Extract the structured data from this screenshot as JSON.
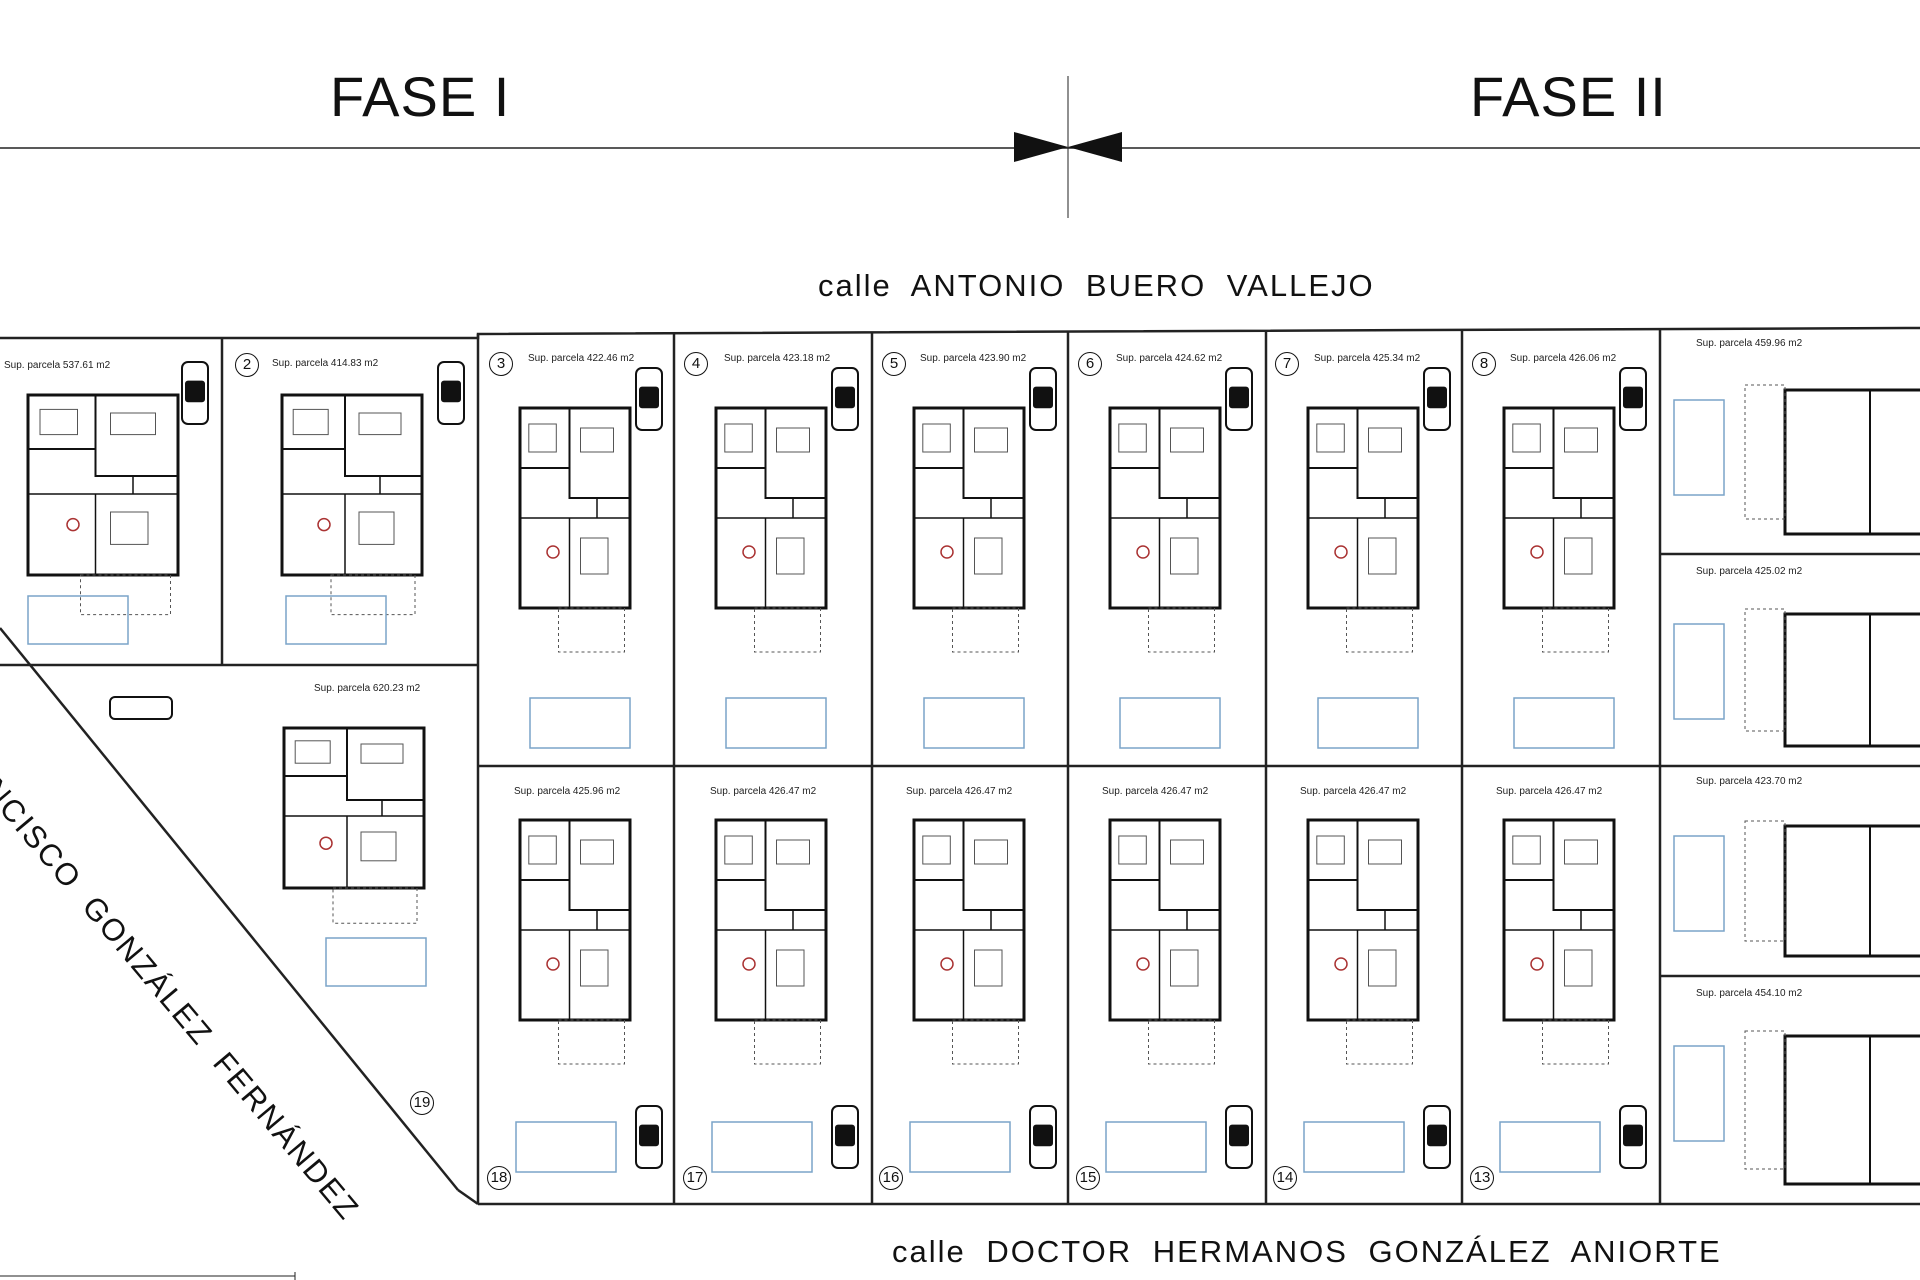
{
  "phases": [
    "FASE I",
    "FASE II"
  ],
  "streets": {
    "top": "calle ANTONIO BUERO VALLEJO",
    "bottom": "calle DOCTOR HERMANOS GONZÁLEZ ANIORTE",
    "diagonal": "FRANCISCO GONZÁLEZ FERNÁNDEZ"
  },
  "plots": [
    {
      "number": "",
      "area": "Sup. parcela 537.61 m2"
    },
    {
      "number": "2",
      "area": "Sup. parcela 414.83 m2"
    },
    {
      "number": "3",
      "area": "Sup. parcela 422.46 m2"
    },
    {
      "number": "4",
      "area": "Sup. parcela 423.18 m2"
    },
    {
      "number": "5",
      "area": "Sup. parcela 423.90 m2"
    },
    {
      "number": "6",
      "area": "Sup. parcela 424.62 m2"
    },
    {
      "number": "7",
      "area": "Sup. parcela 425.34 m2"
    },
    {
      "number": "8",
      "area": "Sup. parcela 426.06 m2"
    },
    {
      "number": "",
      "area": "Sup. parcela 459.96 m2"
    },
    {
      "number": "",
      "area": "Sup. parcela 425.02 m2"
    },
    {
      "number": "",
      "area": "Sup. parcela 423.70 m2"
    },
    {
      "number": "",
      "area": "Sup. parcela 454.10 m2"
    },
    {
      "number": "13",
      "area": "Sup. parcela 426.47 m2"
    },
    {
      "number": "14",
      "area": "Sup. parcela 426.47 m2"
    },
    {
      "number": "15",
      "area": "Sup. parcela 426.47 m2"
    },
    {
      "number": "16",
      "area": "Sup. parcela 426.47 m2"
    },
    {
      "number": "17",
      "area": "Sup. parcela 426.47 m2"
    },
    {
      "number": "18",
      "area": "Sup. parcela 425.96 m2"
    },
    {
      "number": "19",
      "area": "Sup. parcela 620.23 m2"
    }
  ]
}
